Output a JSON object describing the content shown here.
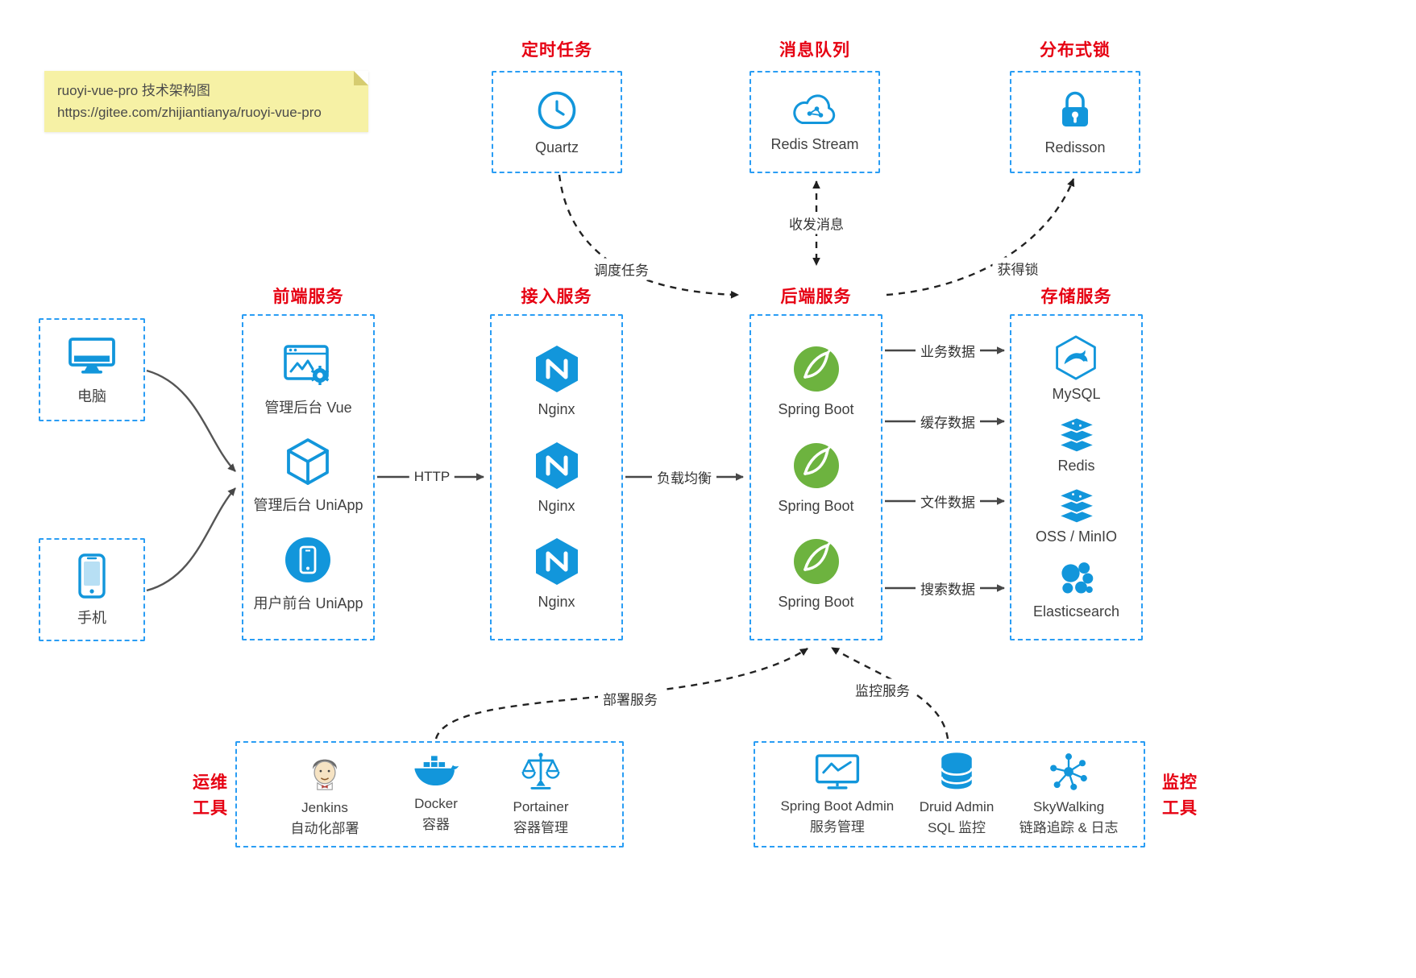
{
  "note": {
    "line1": "ruoyi-vue-pro 技术架构图",
    "line2": "https://gitee.com/zhijiantianya/ruoyi-vue-pro"
  },
  "colors": {
    "accent_blue": "#1296db",
    "border_blue": "#2a9df4",
    "title_red": "#e60012",
    "spring_green": "#6db33f",
    "text_dark": "#404040",
    "note_yellow": "#f6f1a5"
  },
  "groups": {
    "scheduler": {
      "title": "定时任务",
      "item": {
        "label": "Quartz",
        "icon": "clock-icon"
      }
    },
    "mq": {
      "title": "消息队列",
      "item": {
        "label": "Redis Stream",
        "icon": "cloud-stream-icon"
      }
    },
    "lock": {
      "title": "分布式锁",
      "item": {
        "label": "Redisson",
        "icon": "lock-icon"
      }
    },
    "devices": {
      "items": [
        {
          "label": "电脑",
          "icon": "desktop-icon"
        },
        {
          "label": "手机",
          "icon": "smartphone-icon"
        }
      ]
    },
    "frontend": {
      "title": "前端服务",
      "items": [
        {
          "label": "管理后台 Vue",
          "icon": "browser-gear-icon"
        },
        {
          "label": "管理后台 UniApp",
          "icon": "uniapp-cube-icon"
        },
        {
          "label": "用户前台 UniApp",
          "icon": "phone-circle-icon"
        }
      ]
    },
    "gateway": {
      "title": "接入服务",
      "items": [
        {
          "label": "Nginx",
          "icon": "nginx-icon"
        },
        {
          "label": "Nginx",
          "icon": "nginx-icon"
        },
        {
          "label": "Nginx",
          "icon": "nginx-icon"
        }
      ]
    },
    "backend": {
      "title": "后端服务",
      "items": [
        {
          "label": "Spring Boot",
          "icon": "spring-boot-icon"
        },
        {
          "label": "Spring Boot",
          "icon": "spring-boot-icon"
        },
        {
          "label": "Spring Boot",
          "icon": "spring-boot-icon"
        }
      ]
    },
    "storage": {
      "title": "存储服务",
      "items": [
        {
          "label": "MySQL",
          "icon": "mysql-icon"
        },
        {
          "label": "Redis",
          "icon": "redis-stack-icon"
        },
        {
          "label": "OSS / MinIO",
          "icon": "storage-stack-icon"
        },
        {
          "label": "Elasticsearch",
          "icon": "elasticsearch-icon"
        }
      ]
    },
    "ops": {
      "title_line1": "运维",
      "title_line2": "工具",
      "items": [
        {
          "line1": "Jenkins",
          "line2": "自动化部署",
          "icon": "jenkins-icon"
        },
        {
          "line1": "Docker",
          "line2": "容器",
          "icon": "docker-icon"
        },
        {
          "line1": "Portainer",
          "line2": "容器管理",
          "icon": "portainer-scales-icon"
        }
      ]
    },
    "monitoring": {
      "title_line1": "监控",
      "title_line2": "工具",
      "items": [
        {
          "line1": "Spring Boot Admin",
          "line2": "服务管理",
          "icon": "monitor-chart-icon"
        },
        {
          "line1": "Druid Admin",
          "line2": "SQL 监控",
          "icon": "database-icon"
        },
        {
          "line1": "SkyWalking",
          "line2": "链路追踪 & 日志",
          "icon": "skywalking-graph-icon"
        }
      ]
    }
  },
  "edges": {
    "http": "HTTP",
    "load_balance": "负载均衡",
    "business_data": "业务数据",
    "cache_data": "缓存数据",
    "file_data": "文件数据",
    "search_data": "搜索数据",
    "schedule_task": "调度任务",
    "send_receive_message": "收发消息",
    "acquire_lock": "获得锁",
    "deploy_service": "部署服务",
    "monitor_service": "监控服务"
  }
}
